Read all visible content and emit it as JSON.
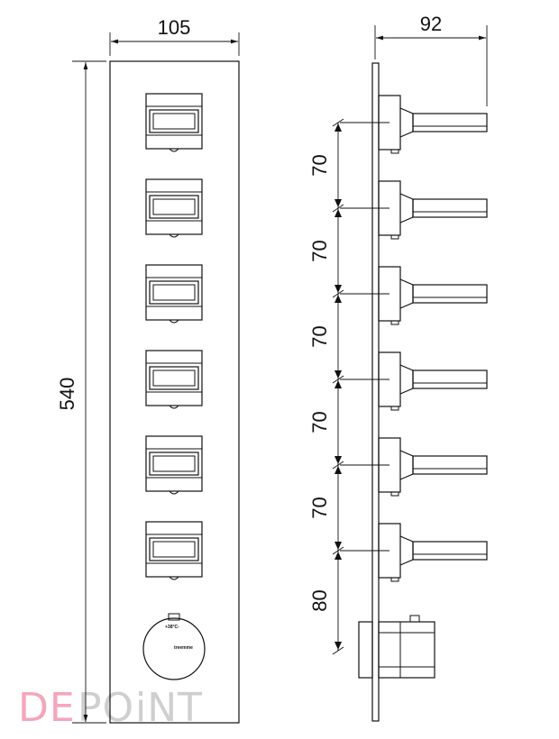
{
  "dimensions": {
    "front_width": "105",
    "total_height": "540",
    "side_depth": "92",
    "spacing": [
      "70",
      "70",
      "70",
      "70",
      "70"
    ],
    "bottom_spacing": "80"
  },
  "thermostat": {
    "brand": "treemme",
    "temp_mark": "+38°C-"
  },
  "watermark": {
    "part1": "DE",
    "part2": "PO",
    "part3": "iNT",
    "accent_color": "#f4a6bc",
    "gray_color": "#cfcfcf"
  },
  "valve_count": 6
}
